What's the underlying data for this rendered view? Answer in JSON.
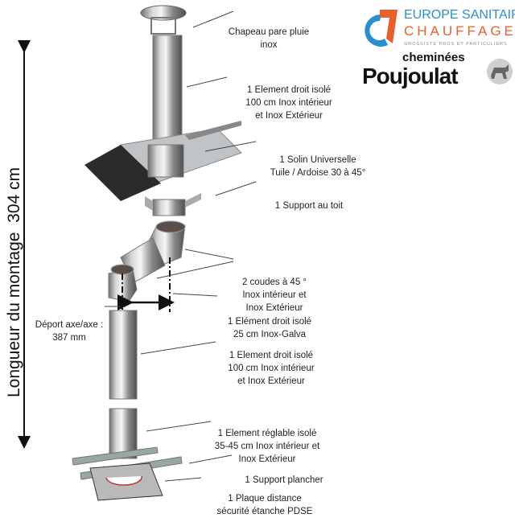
{
  "logos": {
    "europe_sanitaire": {
      "line1": "EUROPE SANITAIRE",
      "line2": "CHAUFFAGE",
      "tagline": "GROSSISTE PROS ET PARTICULIERS",
      "colors": {
        "blue": "#2a8fd0",
        "orange": "#e8602c"
      }
    },
    "poujoulat": {
      "line1": "cheminées",
      "line2": "Poujoulat"
    }
  },
  "total_length": "Longueur du montage  304 cm",
  "offset": {
    "line1": "Déport axe/axe :",
    "line2": "387 mm"
  },
  "components": [
    {
      "id": "chapeau",
      "lines": [
        "Chapeau pare pluie",
        "inox"
      ]
    },
    {
      "id": "element-100-top",
      "lines": [
        "1 Element droit isolé",
        "100 cm Inox intérieur",
        "et Inox Extérieur"
      ]
    },
    {
      "id": "solin",
      "lines": [
        "1 Solin Universelle",
        "Tuile / Ardoise 30 à 45°"
      ]
    },
    {
      "id": "support-toit",
      "lines": [
        "1 Support au toit"
      ]
    },
    {
      "id": "coudes",
      "lines": [
        "2 coudes à 45 °",
        "Inox intérieur et",
        "Inox Extérieur"
      ]
    },
    {
      "id": "element-25",
      "lines": [
        "1 Elément droit isolé",
        "25 cm Inox-Galva"
      ]
    },
    {
      "id": "element-100-bottom",
      "lines": [
        "1 Element droit isolé",
        "100 cm Inox intérieur",
        "et Inox Extérieur"
      ]
    },
    {
      "id": "element-reglable",
      "lines": [
        "1 Element réglable isolé",
        "35-45 cm Inox intérieur et",
        "Inox Extérieur"
      ]
    },
    {
      "id": "support-plancher",
      "lines": [
        "1 Support plancher"
      ]
    },
    {
      "id": "plaque",
      "lines": [
        "1 Plaque distance",
        "sécurité étanche PDSE"
      ]
    }
  ]
}
